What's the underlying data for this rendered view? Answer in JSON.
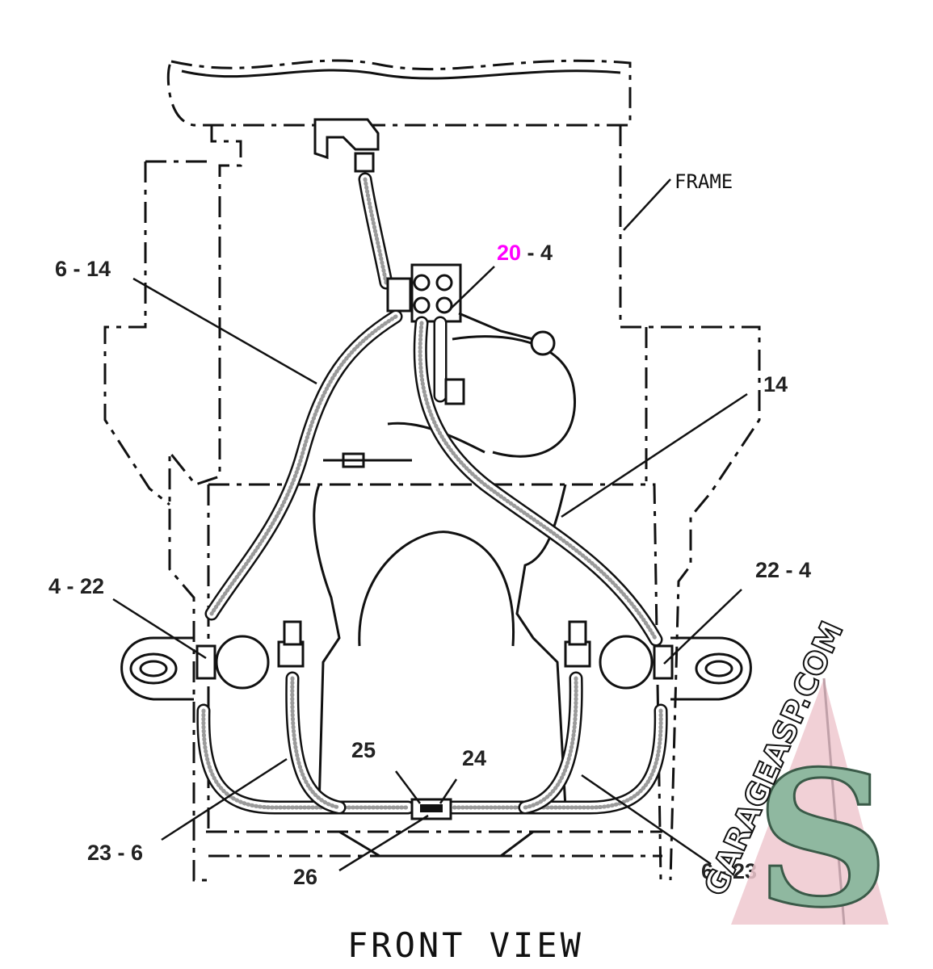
{
  "labels": {
    "frame": "FRAME",
    "l_6_14": "6 - 14",
    "l_20_4_part": "20",
    "l_20_4_rest": " - 4",
    "l_14": "14",
    "l_4_22": "4 - 22",
    "l_22_4": "22 - 4",
    "l_25": "25",
    "l_24": "24",
    "l_23_6": "23 - 6",
    "l_26": "26",
    "l_6_23": "6 - 23"
  },
  "title": "FRONT VIEW",
  "watermark": {
    "text": "GARAGEASP.COM",
    "letter": "S"
  },
  "colors": {
    "highlight": "#ff00ff",
    "line": "#111111",
    "watermark_pink": "#efc8cf",
    "watermark_green": "#8fb8a0"
  }
}
